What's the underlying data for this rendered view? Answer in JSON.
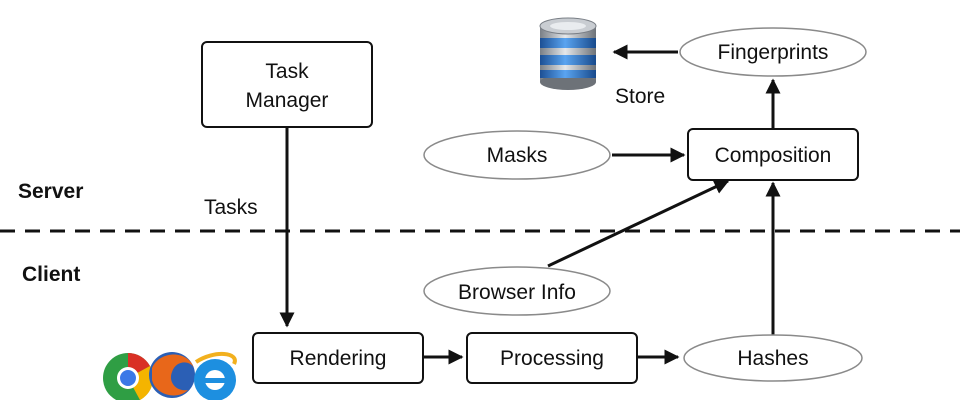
{
  "zones": {
    "server": "Server",
    "client": "Client"
  },
  "nodes": {
    "task_manager": [
      "Task",
      "Manager"
    ],
    "rendering": "Rendering",
    "processing": "Processing",
    "hashes": "Hashes",
    "browser_info": "Browser Info",
    "masks": "Masks",
    "composition": "Composition",
    "fingerprints": "Fingerprints"
  },
  "edge_labels": {
    "tasks": "Tasks",
    "store": "Store"
  },
  "icons": {
    "database": "database-icon",
    "browsers": [
      "chrome-icon",
      "firefox-icon",
      "internet-explorer-icon"
    ]
  },
  "colors": {
    "line": "#111111",
    "ellipse_stroke": "#8a8a8a",
    "db_blue": "#2a6fc4"
  }
}
